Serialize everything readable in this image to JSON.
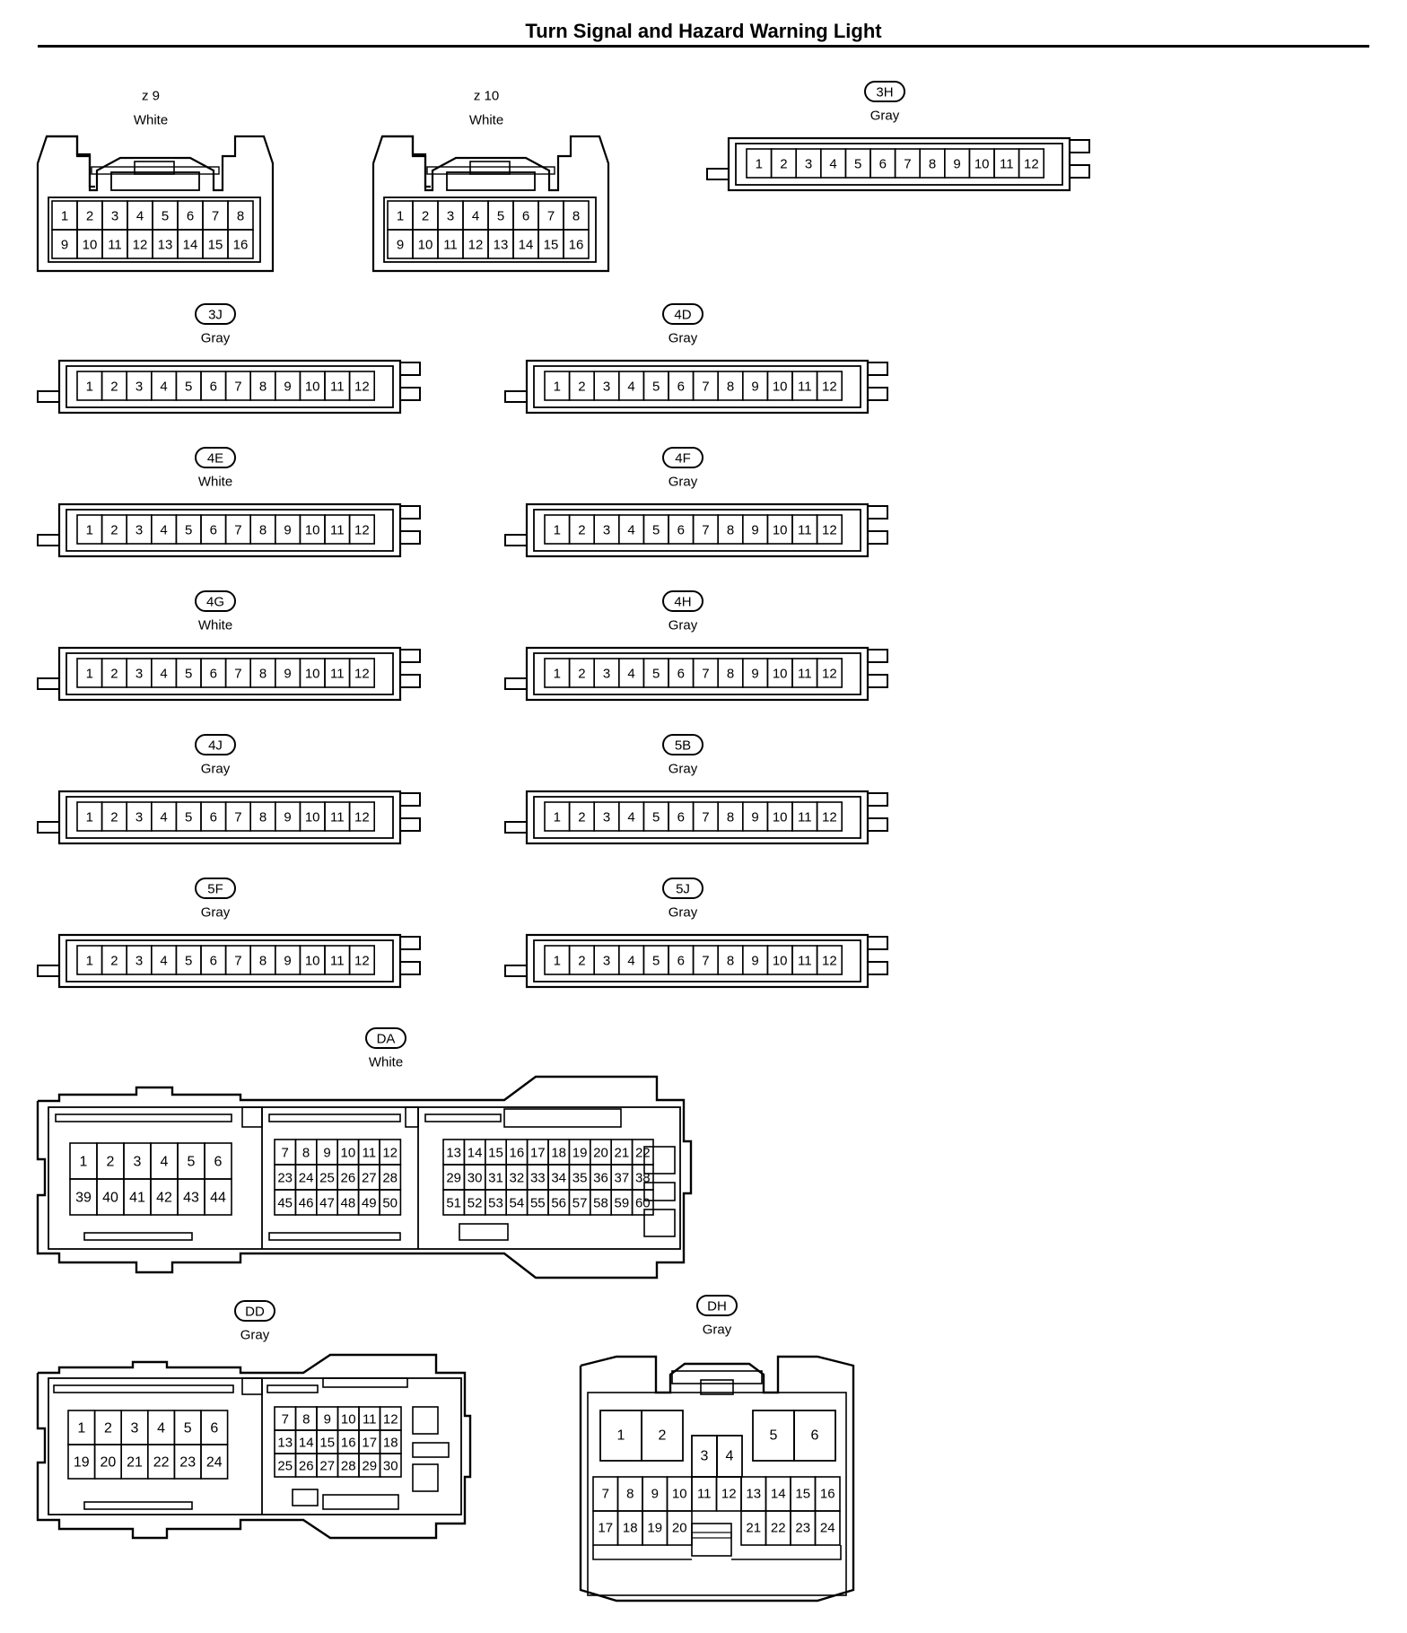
{
  "title": "Turn Signal and Hazard Warning Light",
  "connectors": [
    {
      "id": "z9",
      "code": "z 9",
      "badge": false,
      "color": "White",
      "kind": "clip16",
      "rows": [
        [
          "1",
          "2",
          "3",
          "4",
          "5",
          "6",
          "7",
          "8"
        ],
        [
          "9",
          "10",
          "11",
          "12",
          "13",
          "14",
          "15",
          "16"
        ]
      ]
    },
    {
      "id": "z10",
      "code": "z 10",
      "badge": false,
      "color": "White",
      "kind": "clip16",
      "rows": [
        [
          "1",
          "2",
          "3",
          "4",
          "5",
          "6",
          "7",
          "8"
        ],
        [
          "9",
          "10",
          "11",
          "12",
          "13",
          "14",
          "15",
          "16"
        ]
      ]
    },
    {
      "id": "3H",
      "code": "3H",
      "badge": true,
      "color": "Gray",
      "kind": "strip12",
      "rows": [
        [
          "1",
          "2",
          "3",
          "4",
          "5",
          "6",
          "7",
          "8",
          "9",
          "10",
          "11",
          "12"
        ]
      ]
    },
    {
      "id": "3J",
      "code": "3J",
      "badge": true,
      "color": "Gray",
      "kind": "strip12",
      "rows": [
        [
          "1",
          "2",
          "3",
          "4",
          "5",
          "6",
          "7",
          "8",
          "9",
          "10",
          "11",
          "12"
        ]
      ]
    },
    {
      "id": "4D",
      "code": "4D",
      "badge": true,
      "color": "Gray",
      "kind": "strip12",
      "rows": [
        [
          "1",
          "2",
          "3",
          "4",
          "5",
          "6",
          "7",
          "8",
          "9",
          "10",
          "11",
          "12"
        ]
      ]
    },
    {
      "id": "4E",
      "code": "4E",
      "badge": true,
      "color": "White",
      "kind": "strip12",
      "rows": [
        [
          "1",
          "2",
          "3",
          "4",
          "5",
          "6",
          "7",
          "8",
          "9",
          "10",
          "11",
          "12"
        ]
      ]
    },
    {
      "id": "4F",
      "code": "4F",
      "badge": true,
      "color": "Gray",
      "kind": "strip12",
      "rows": [
        [
          "1",
          "2",
          "3",
          "4",
          "5",
          "6",
          "7",
          "8",
          "9",
          "10",
          "11",
          "12"
        ]
      ]
    },
    {
      "id": "4G",
      "code": "4G",
      "badge": true,
      "color": "White",
      "kind": "strip12",
      "rows": [
        [
          "1",
          "2",
          "3",
          "4",
          "5",
          "6",
          "7",
          "8",
          "9",
          "10",
          "11",
          "12"
        ]
      ]
    },
    {
      "id": "4H",
      "code": "4H",
      "badge": true,
      "color": "Gray",
      "kind": "strip12",
      "rows": [
        [
          "1",
          "2",
          "3",
          "4",
          "5",
          "6",
          "7",
          "8",
          "9",
          "10",
          "11",
          "12"
        ]
      ]
    },
    {
      "id": "4J",
      "code": "4J",
      "badge": true,
      "color": "Gray",
      "kind": "strip12",
      "rows": [
        [
          "1",
          "2",
          "3",
          "4",
          "5",
          "6",
          "7",
          "8",
          "9",
          "10",
          "11",
          "12"
        ]
      ]
    },
    {
      "id": "5B",
      "code": "5B",
      "badge": true,
      "color": "Gray",
      "kind": "strip12",
      "rows": [
        [
          "1",
          "2",
          "3",
          "4",
          "5",
          "6",
          "7",
          "8",
          "9",
          "10",
          "11",
          "12"
        ]
      ]
    },
    {
      "id": "5F",
      "code": "5F",
      "badge": true,
      "color": "Gray",
      "kind": "strip12",
      "rows": [
        [
          "1",
          "2",
          "3",
          "4",
          "5",
          "6",
          "7",
          "8",
          "9",
          "10",
          "11",
          "12"
        ]
      ]
    },
    {
      "id": "5J",
      "code": "5J",
      "badge": true,
      "color": "Gray",
      "kind": "strip12",
      "rows": [
        [
          "1",
          "2",
          "3",
          "4",
          "5",
          "6",
          "7",
          "8",
          "9",
          "10",
          "11",
          "12"
        ]
      ]
    },
    {
      "id": "DA",
      "code": "DA",
      "badge": true,
      "color": "White",
      "kind": "DA",
      "blocks": [
        {
          "rows": [
            [
              "1",
              "2",
              "3",
              "4",
              "5",
              "6"
            ],
            [
              "39",
              "40",
              "41",
              "42",
              "43",
              "44"
            ]
          ]
        },
        {
          "rows": [
            [
              "7",
              "8",
              "9",
              "10",
              "11",
              "12"
            ],
            [
              "23",
              "24",
              "25",
              "26",
              "27",
              "28"
            ],
            [
              "45",
              "46",
              "47",
              "48",
              "49",
              "50"
            ]
          ]
        },
        {
          "rows": [
            [
              "13",
              "14",
              "15",
              "16",
              "17",
              "18",
              "19",
              "20",
              "21",
              "22"
            ],
            [
              "29",
              "30",
              "31",
              "32",
              "33",
              "34",
              "35",
              "36",
              "37",
              "38"
            ],
            [
              "51",
              "52",
              "53",
              "54",
              "55",
              "56",
              "57",
              "58",
              "59",
              "60"
            ]
          ]
        }
      ]
    },
    {
      "id": "DD",
      "code": "DD",
      "badge": true,
      "color": "Gray",
      "kind": "DD",
      "blocks": [
        {
          "rows": [
            [
              "1",
              "2",
              "3",
              "4",
              "5",
              "6"
            ],
            [
              "19",
              "20",
              "21",
              "22",
              "23",
              "24"
            ]
          ]
        },
        {
          "rows": [
            [
              "7",
              "8",
              "9",
              "10",
              "11",
              "12"
            ],
            [
              "13",
              "14",
              "15",
              "16",
              "17",
              "18"
            ],
            [
              "25",
              "26",
              "27",
              "28",
              "29",
              "30"
            ]
          ]
        }
      ]
    },
    {
      "id": "DH",
      "code": "DH",
      "badge": true,
      "color": "Gray",
      "kind": "DH",
      "big": [
        "1",
        "2",
        "5",
        "6"
      ],
      "mid": [
        "3",
        "4"
      ],
      "row1": [
        "7",
        "8",
        "9",
        "10",
        "11",
        "12",
        "13",
        "14",
        "15",
        "16"
      ],
      "row2": [
        "17",
        "18",
        "19",
        "20",
        "21",
        "22",
        "23",
        "24"
      ]
    }
  ]
}
